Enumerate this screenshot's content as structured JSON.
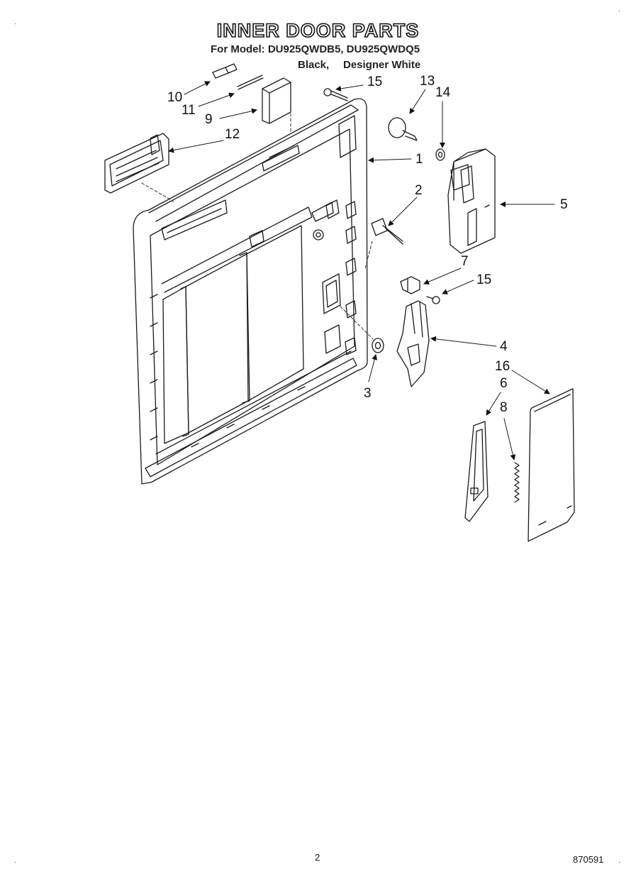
{
  "title": "INNER DOOR PARTS",
  "subtitle": "For Model: DU925QWDB5, DU925QWDQ5",
  "colors": [
    "Black,",
    "Designer White"
  ],
  "callouts": [
    "1",
    "2",
    "3",
    "4",
    "5",
    "6",
    "7",
    "8",
    "9",
    "10",
    "11",
    "12",
    "13",
    "14",
    "15",
    "15",
    "16"
  ],
  "footer": {
    "page_number": "2",
    "code": "870591"
  }
}
